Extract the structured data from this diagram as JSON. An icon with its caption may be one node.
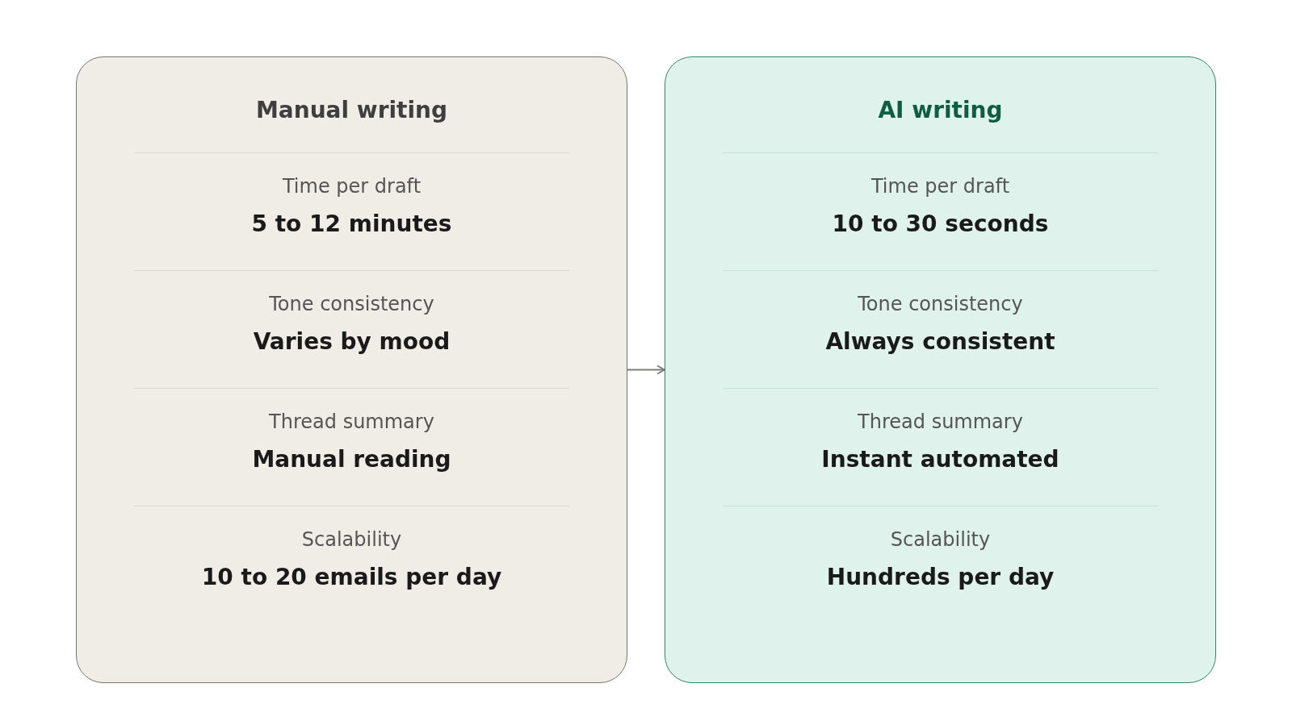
{
  "diagram": {
    "nodes": [
      {
        "text": [
          "Manual writing",
          "Time per draft",
          "5 to 12 minutes",
          "Tone consistency",
          "Varies by mood",
          "Thread summary",
          "Manual reading",
          "Scalability",
          "10 to 20 emails per day"
        ]
      },
      {
        "text": [
          "AI writing",
          "Time per draft",
          "10 to 30 seconds",
          "Tone consistency",
          "Always consistent",
          "Thread summary",
          "Instant automated",
          "Scalability",
          "Hundreds per day"
        ]
      }
    ],
    "edges": [
      {
        "from": 0,
        "to": 1,
        "arrow": "to"
      }
    ]
  }
}
